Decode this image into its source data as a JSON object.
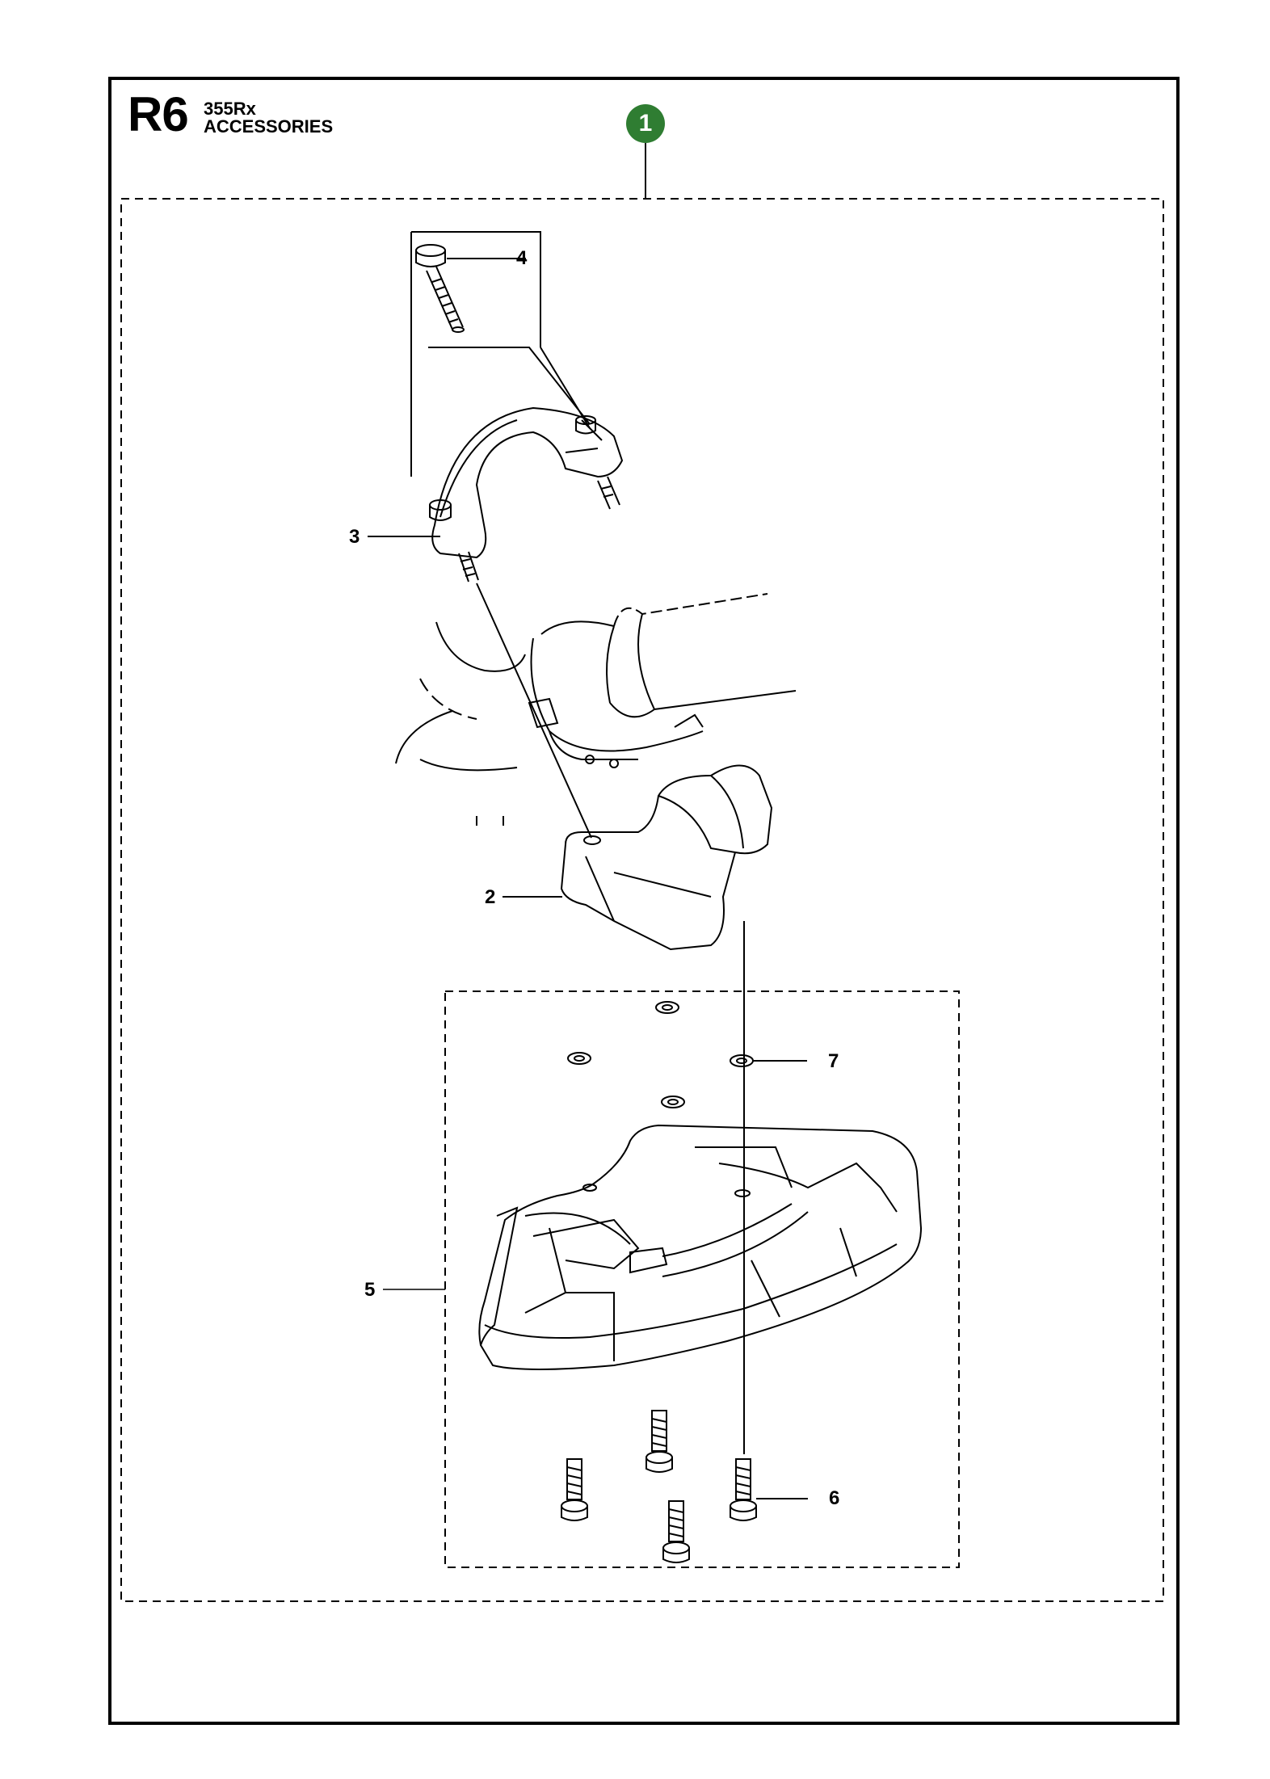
{
  "header": {
    "code": "R6",
    "model": "355Rx",
    "section": "ACCESSORIES"
  },
  "reference_badge": "1",
  "callouts": {
    "c2": "2",
    "c3": "3",
    "c4": "4",
    "c5": "5",
    "c6": "6",
    "c7": "7"
  },
  "colors": {
    "badge": "#2f7d32",
    "line": "#000000"
  },
  "icons": {
    "badge": "number-badge-icon"
  }
}
